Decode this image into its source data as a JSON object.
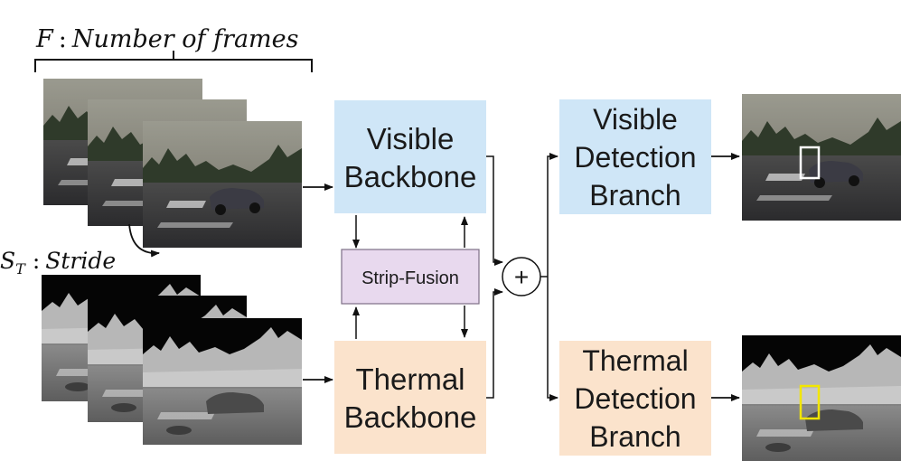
{
  "frames_label": "F : Number of frames",
  "stride_label": "S_T : Stride",
  "blocks": {
    "visible_backbone": [
      "Visible",
      "Backbone"
    ],
    "thermal_backbone": [
      "Thermal",
      "Backbone"
    ],
    "strip_fusion": "Strip-Fusion",
    "sum_symbol": "+",
    "visible_detection": [
      "Visible",
      "Detection",
      "Branch"
    ],
    "thermal_detection": [
      "Thermal",
      "Detection",
      "Branch"
    ]
  },
  "colors": {
    "visible_block": "#cfe6f7",
    "thermal_block": "#fbe3cc",
    "fusion_block": "#e8d9ee",
    "visible_bbox": "#ffffff",
    "thermal_bbox": "#f2e600"
  }
}
